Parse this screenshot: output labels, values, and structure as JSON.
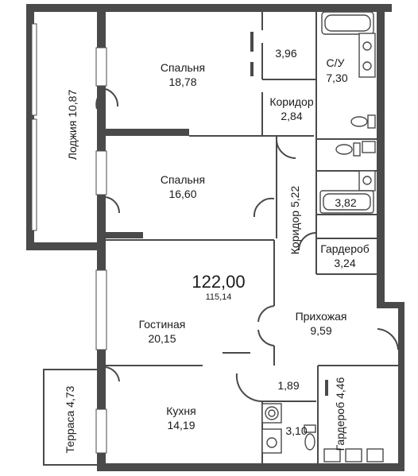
{
  "plan": {
    "total_area": "122,00",
    "living_area": "115,14",
    "rooms": [
      {
        "id": "spalnya-1",
        "name": "Спальня",
        "area": "18,78"
      },
      {
        "id": "closet-small",
        "name": "",
        "area": "3,96"
      },
      {
        "id": "su-1",
        "name": "С/У",
        "area": "7,30"
      },
      {
        "id": "koridor-1",
        "name": "Коридор",
        "area": "2,84"
      },
      {
        "id": "spalnya-2",
        "name": "Спальня",
        "area": "16,60"
      },
      {
        "id": "bath-2",
        "name": "",
        "area": "3,82"
      },
      {
        "id": "koridor-2",
        "label": "Коридор 5,22"
      },
      {
        "id": "garderob-1",
        "name": "Гардероб",
        "area": "3,24"
      },
      {
        "id": "gostinaya",
        "name": "Гостиная",
        "area": "20,15"
      },
      {
        "id": "prikhozhaya",
        "name": "Прихожая",
        "area": "9,59"
      },
      {
        "id": "kukhnya",
        "name": "Кухня",
        "area": "14,19"
      },
      {
        "id": "storage",
        "name": "",
        "area": "1,89"
      },
      {
        "id": "wc-3",
        "name": "",
        "area": "3,10"
      },
      {
        "id": "garderob-2",
        "label": "Гардероб 4,46"
      },
      {
        "id": "lodzhiya",
        "label": "Лоджия 10,87"
      },
      {
        "id": "terrasa",
        "label": "Терраса 4,73"
      }
    ]
  }
}
